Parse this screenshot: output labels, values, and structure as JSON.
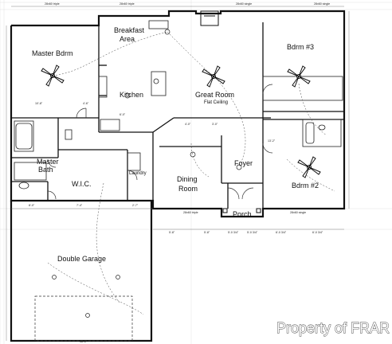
{
  "rooms": {
    "breakfast_line1": "Breakfast",
    "breakfast_line2": "Area",
    "master_bdrm": "Master Bdrm",
    "kitchen": "Kitchen",
    "great_room": "Great Room",
    "great_room_note": "Flat Ceiling",
    "bdrm3": "Bdrm #3",
    "master_bath_line1": "Master",
    "master_bath_line2": "Bath",
    "wic": "W.I.C.",
    "laundry": "Laundry",
    "dining_line1": "Dining",
    "dining_line2": "Room",
    "foyer": "Foyer",
    "bdrm2": "Bdrm #2",
    "porch": "Porch",
    "garage": "Double Garage"
  },
  "dimensions": {
    "top_left": "28x60 triple",
    "top_mid": "28x60 triple",
    "top_right1": "28x60 single",
    "top_right2": "28x60 single",
    "master_w": "10'-8\"",
    "master_side": "4'-6\"",
    "kitchen_dim": "6'-0\"",
    "bottom1": "8'-0\"",
    "bottom2": "7'-4\"",
    "bottom3": "2'-7\"",
    "garage_bottom": "16'-0\"",
    "porch_left": "5'-8\"",
    "porch_mid": "5'-8\"",
    "porch_right1": "5'-0 3/4\"",
    "porch_right2": "5'-0 3/4\"",
    "right1": "6'-0 3/4\"",
    "right2": "6'-0 3/4\"",
    "window_porch": "28x60 triple",
    "window_bdrm2": "28x60 single",
    "side1": "4'-0\"",
    "side2": "3'-0\"",
    "side3": "13'-2\""
  },
  "watermark": "Property of FRAR"
}
